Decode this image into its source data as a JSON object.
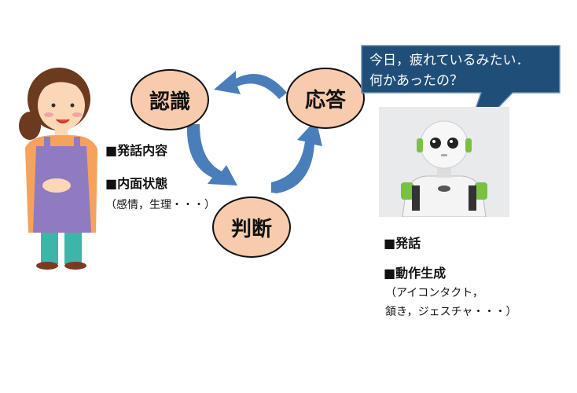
{
  "colors": {
    "node_fill": "#f8cbad",
    "arrow": "#4a7ebb",
    "bubble": "#1f4e79",
    "robot_accent": "#7ac143"
  },
  "cycle": {
    "nodes": [
      {
        "label": "認識"
      },
      {
        "label": "応答"
      },
      {
        "label": "判断"
      }
    ]
  },
  "human": {
    "items": [
      {
        "label": "■発話内容"
      },
      {
        "label": "■内面状態"
      }
    ],
    "detail": "（感情，生理・・・）"
  },
  "robot": {
    "speech": {
      "line1": "今日，疲れているみたい．",
      "line2": "何かあったの？"
    },
    "items": [
      {
        "label": "■発話"
      },
      {
        "label": "■動作生成"
      }
    ],
    "detail_line1": "（アイコンタクト，",
    "detail_line2": "頷き，ジェスチャ・・・）"
  }
}
